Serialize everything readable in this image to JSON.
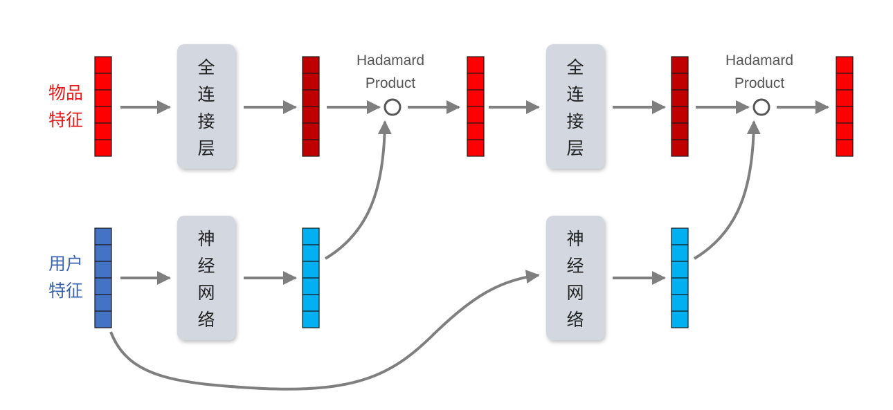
{
  "labels": {
    "item_feature": [
      "物品",
      "特征"
    ],
    "user_feature": [
      "用户",
      "特征"
    ]
  },
  "blocks": {
    "fc_layer": [
      "全",
      "连",
      "接",
      "层"
    ],
    "neural_net": [
      "神",
      "经",
      "网",
      "络"
    ]
  },
  "ops": {
    "hadamard_1": [
      "Hadamard",
      "Product"
    ],
    "hadamard_2": [
      "Hadamard",
      "Product"
    ]
  },
  "colors": {
    "item_label": "#e81919",
    "user_label": "#3a63b0",
    "item_vector_bright": "#ff0000",
    "item_vector_dark": "#c00000",
    "user_vector": "#4472c4",
    "hidden_vector_cyan": "#00b0f0",
    "block_fill": "#d3d8e0",
    "arrow": "#7f7f7f"
  }
}
